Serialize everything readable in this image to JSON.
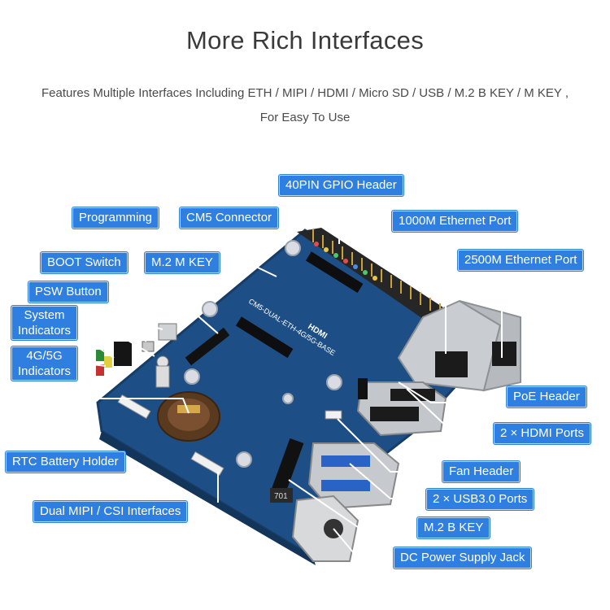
{
  "header": {
    "title": "More Rich Interfaces",
    "subtitle_line1": "Features Multiple Interfaces Including ETH / MIPI / HDMI / Micro SD / USB / M.2 B KEY / M KEY ,",
    "subtitle_line2": "For Easy To Use"
  },
  "labels": {
    "gpio": "40PIN GPIO Header",
    "programming": "Programming",
    "cm5": "CM5 Connector",
    "eth1000": "1000M Ethernet Port",
    "boot": "BOOT Switch",
    "m2m": "M.2 M KEY",
    "eth2500": "2500M Ethernet Port",
    "psw": "PSW Button",
    "sysind_1": "System",
    "sysind_2": "Indicators",
    "g45_1": "4G/5G",
    "g45_2": "Indicators",
    "poe": "PoE Header",
    "hdmi": "2 × HDMI Ports",
    "rtc": "RTC Battery Holder",
    "fan": "Fan Header",
    "usb3": "2 × USB3.0 Ports",
    "mipi": "Dual MIPI / CSI Interfaces",
    "m2b": "M.2 B KEY",
    "dc": "DC Power Supply Jack"
  },
  "board": {
    "silk_model": "CM5-DUAL-ETH-4G/5G-BASE",
    "silk_hdmi": "HDMI",
    "silk_part": "701"
  },
  "colors": {
    "label_bg": "#2f7fe0",
    "pcb": "#1d4f86",
    "pcb_edge": "#163c68",
    "leader": "#ffffff"
  }
}
